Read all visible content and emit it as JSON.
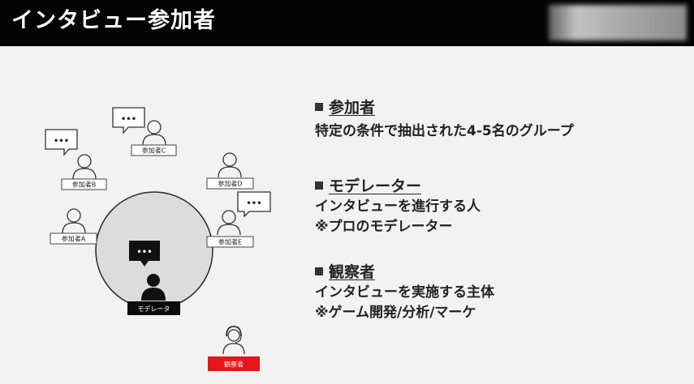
{
  "header": {
    "title": "インタビュー参加者"
  },
  "diagram": {
    "participants": [
      {
        "label": "参加者C"
      },
      {
        "label": "参加者B"
      },
      {
        "label": "参加者D"
      },
      {
        "label": "参加者A"
      },
      {
        "label": "参加者E"
      }
    ],
    "moderator_label": "モデレータ",
    "observer_label": "観察者",
    "speech_dots": "•••",
    "accent_color": "#e8141b"
  },
  "sections": [
    {
      "bullet": "■",
      "title": "参加者",
      "lines": [
        "特定の条件で抽出された4-5名のグループ"
      ]
    },
    {
      "bullet": "■",
      "title": "モデレーター",
      "lines": [
        "インタビューを進行する人",
        "※プロのモデレーター"
      ]
    },
    {
      "bullet": "■",
      "title": "観察者",
      "lines": [
        "インタビューを実施する主体",
        "※ゲーム開発/分析/マーケ"
      ]
    }
  ]
}
